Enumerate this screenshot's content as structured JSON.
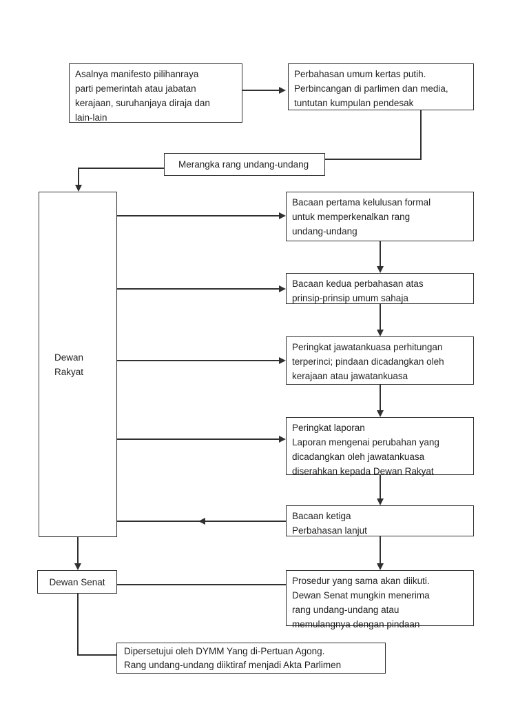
{
  "page": {
    "background_color": "#ffffff",
    "line_color": "#303030",
    "text_color": "#1f1f1f"
  },
  "diagram": {
    "type": "flowchart",
    "language": "Malay",
    "topic": "Proses rang undang-undang menjadi Akta Parlimen",
    "nodes": {
      "origin": {
        "text": "Asalnya manifesto pilihanraya\nparti pemerintah atau jabatan\nkerajaan, suruhanjaya diraja dan\nlain-lain"
      },
      "white_paper_debate": {
        "text": "Perbahasan umum kertas putih.\nPerbincangan di parlimen dan media,\ntuntutan kumpulan pendesak"
      },
      "drafting": {
        "text": "Merangka rang undang-undang"
      },
      "dewan_rakyat": {
        "text": "Dewan\nRakyat"
      },
      "first_reading": {
        "text": "Bacaan pertama kelulusan formal\nuntuk memperkenalkan rang\nundang-undang"
      },
      "second_reading": {
        "text": "Bacaan kedua perbahasan atas\nprinsip-prinsip umum sahaja"
      },
      "committee_stage": {
        "text": "Peringkat jawatankuasa perhitungan\nterperinci; pindaan dicadangkan oleh\nkerajaan atau jawatankuasa"
      },
      "report_stage": {
        "text": "Peringkat laporan\nLaporan mengenai perubahan yang\ndicadangkan oleh jawatankuasa\ndiserahkan kepada Dewan Rakyat"
      },
      "third_reading": {
        "text": "Bacaan ketiga\nPerbahasan lanjut"
      },
      "senate_procedure": {
        "text": "Prosedur yang sama akan diikuti.\nDewan Senat mungkin menerima\nrang undang-undang atau\nmemulangnya dengan pindaan"
      },
      "dewan_senat": {
        "text": "Dewan Senat"
      },
      "royal_assent": {
        "text": "Dipersetujui oleh DYMM Yang di-Pertuan Agong.\nRang undang-undang diiktiraf menjadi Akta Parlimen"
      }
    }
  }
}
